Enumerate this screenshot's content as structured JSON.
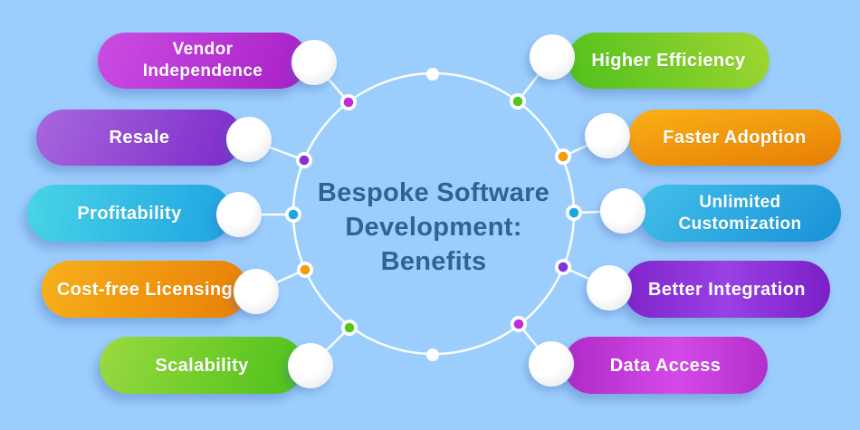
{
  "title": {
    "text": "Bespoke Software Development: Benefits",
    "color": "#2f6394"
  },
  "background_color": "#9ccefd",
  "ring": {
    "stroke_color": "#ffffff"
  },
  "accent_colors": {
    "magenta": "#c32bd8",
    "purple": "#8133d6",
    "cyan": "#1ea6e2",
    "orange": "#f69c0c",
    "green": "#55c51e"
  },
  "benefits": {
    "left": [
      {
        "label": "Vendor Independence",
        "color_name": "magenta",
        "color": "#b32cd2"
      },
      {
        "label": "Resale",
        "color_name": "purple",
        "color": "#8133d6"
      },
      {
        "label": "Profitability",
        "color_name": "cyan",
        "color": "#1ea6e2"
      },
      {
        "label": "Cost-free Licensing",
        "color_name": "orange",
        "color": "#f69c0c"
      },
      {
        "label": "Scalability",
        "color_name": "green",
        "color": "#55c51e"
      }
    ],
    "right": [
      {
        "label": "Higher Efficiency",
        "color_name": "green",
        "color": "#55c51e"
      },
      {
        "label": "Faster Adoption",
        "color_name": "orange",
        "color": "#f69c0c"
      },
      {
        "label": "Unlimited Customization",
        "color_name": "cyan",
        "color": "#1ea6e2"
      },
      {
        "label": "Better Integration",
        "color_name": "purple",
        "color": "#8133d6"
      },
      {
        "label": "Data Access",
        "color_name": "magenta",
        "color": "#c32bd8"
      }
    ]
  }
}
